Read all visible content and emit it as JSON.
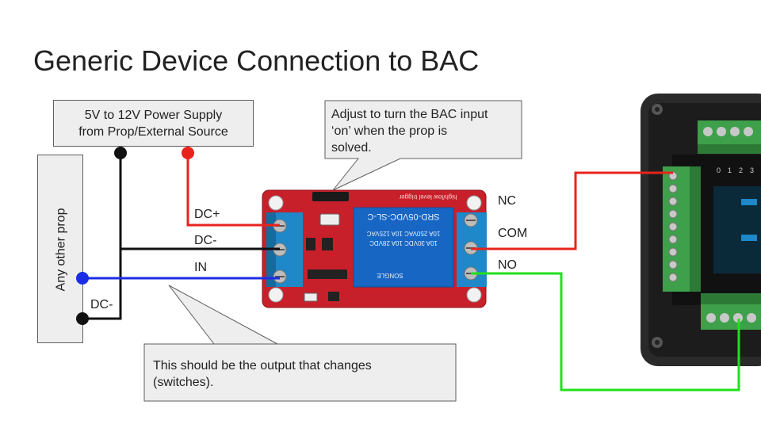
{
  "title": "Generic Device Connection to BAC",
  "power_supply": {
    "line1": "5V to 12V Power Supply",
    "line2": "from Prop/External Source"
  },
  "prop_label": "Any other prop",
  "prop_dc_minus": "DC-",
  "relay_inputs": {
    "dc_plus": "DC+",
    "dc_minus": "DC-",
    "in": "IN"
  },
  "relay_outputs": {
    "nc": "NC",
    "com": "COM",
    "no": "NO"
  },
  "adjust_callout": {
    "line1": "Adjust to turn the BAC input",
    "line2": "‘on’ when the prop is",
    "line3": "solved."
  },
  "output_callout": {
    "line1": "This should be the output that changes",
    "line2": "(switches)."
  },
  "relay_print": {
    "model": "SRD-05VDC-SL-C",
    "rating1": "10A 250VAC  10A 125VAC",
    "rating2": "10A 30VDC  10A 28VDC",
    "brand": "SONGLE",
    "header": "high/low level trigger"
  },
  "bac_terminal_labels": [
    "0",
    "1",
    "2",
    "3"
  ],
  "colors": {
    "red_wire": "#e8231c",
    "black_wire": "#111111",
    "blue_wire": "#1c2ee6",
    "green_wire": "#22e01c",
    "relay_board": "#c8202a",
    "terminal_blue": "#1e88c8",
    "bac_green": "#3ea04a"
  }
}
